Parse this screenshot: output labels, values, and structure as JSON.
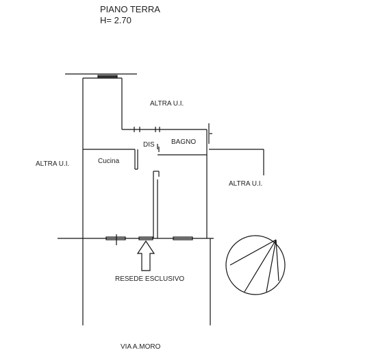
{
  "header": {
    "title": "PIANO TERRA",
    "height": "H= 2.70"
  },
  "labels": {
    "altra_top": "ALTRA U.I.",
    "altra_left": "ALTRA U.I.",
    "altra_right": "ALTRA U.I.",
    "dis": "DIS",
    "bagno": "BAGNO",
    "cucina": "Cucina",
    "resede": "RESEDE ESCLUSIVO",
    "street": "VIA A.MORO"
  },
  "colors": {
    "line": "#111111",
    "fill": "#ffffff",
    "text": "#222222"
  }
}
